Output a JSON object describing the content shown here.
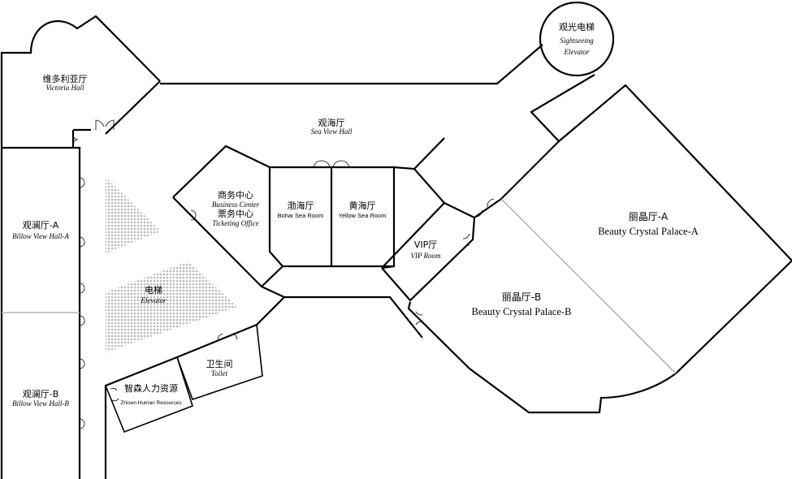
{
  "colors": {
    "wall": "#000000",
    "divider": "#b5b5b5",
    "hatch": "#bdbdbd",
    "background": "#ffffff"
  },
  "rooms": {
    "victoria": {
      "cn": "维多利亚厅",
      "en": "Victoria Hall"
    },
    "sightseeing": {
      "cn": "观光电梯",
      "en1": "Sightseeing",
      "en2": "Elevator"
    },
    "seaview": {
      "cn": "观海厅",
      "en": "Sea View Hall"
    },
    "business": {
      "cn1": "商务中心",
      "en1": "Business Center",
      "cn2": "票务中心",
      "en2": "Ticketing Office"
    },
    "bohai": {
      "cn": "渤海厅",
      "en": "Bohai Sea Room"
    },
    "yellow": {
      "cn": "黄海厅",
      "en": "Yellow Sea Room"
    },
    "vip": {
      "cn": "VIP厅",
      "en": "VIP Room"
    },
    "billow_a": {
      "cn": "观澜厅-A",
      "en": "Billow View Hall-A"
    },
    "billow_b": {
      "cn": "观澜厅-B",
      "en": "Billow View Hall-B"
    },
    "elevator": {
      "cn": "电梯",
      "en": "Elevator"
    },
    "toilet": {
      "cn": "卫生间",
      "en": "Toilet"
    },
    "zhisen": {
      "cn": "智森人力资源",
      "en": "Zhisen Human Resources"
    },
    "crystal_a": {
      "cn": "丽晶厅-A",
      "en": "Beauty Crystal Palace-A"
    },
    "crystal_b": {
      "cn": "丽晶厅-B",
      "en": "Beauty Crystal Palace-B"
    }
  }
}
